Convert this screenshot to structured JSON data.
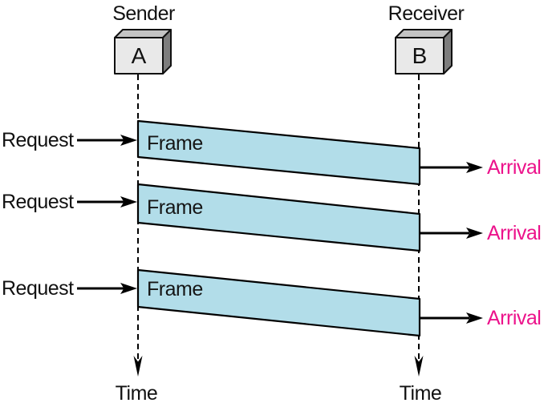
{
  "sender": {
    "label": "Sender",
    "node": "A",
    "time_label": "Time"
  },
  "receiver": {
    "label": "Receiver",
    "node": "B",
    "time_label": "Time"
  },
  "frames": [
    {
      "label": "Frame"
    },
    {
      "label": "Frame"
    },
    {
      "label": "Frame"
    }
  ],
  "requests": [
    {
      "label": "Request"
    },
    {
      "label": "Request"
    },
    {
      "label": "Request"
    }
  ],
  "arrivals": [
    {
      "label": "Arrival"
    },
    {
      "label": "Arrival"
    },
    {
      "label": "Arrival"
    }
  ],
  "colors": {
    "frame_fill": "#B2DDE9",
    "frame_stroke": "#000000",
    "arrival_text": "#EC128B",
    "box_front": "#E9E9E9",
    "box_top": "#C4C4C4",
    "box_side": "#7D7D7D",
    "line": "#000000"
  }
}
